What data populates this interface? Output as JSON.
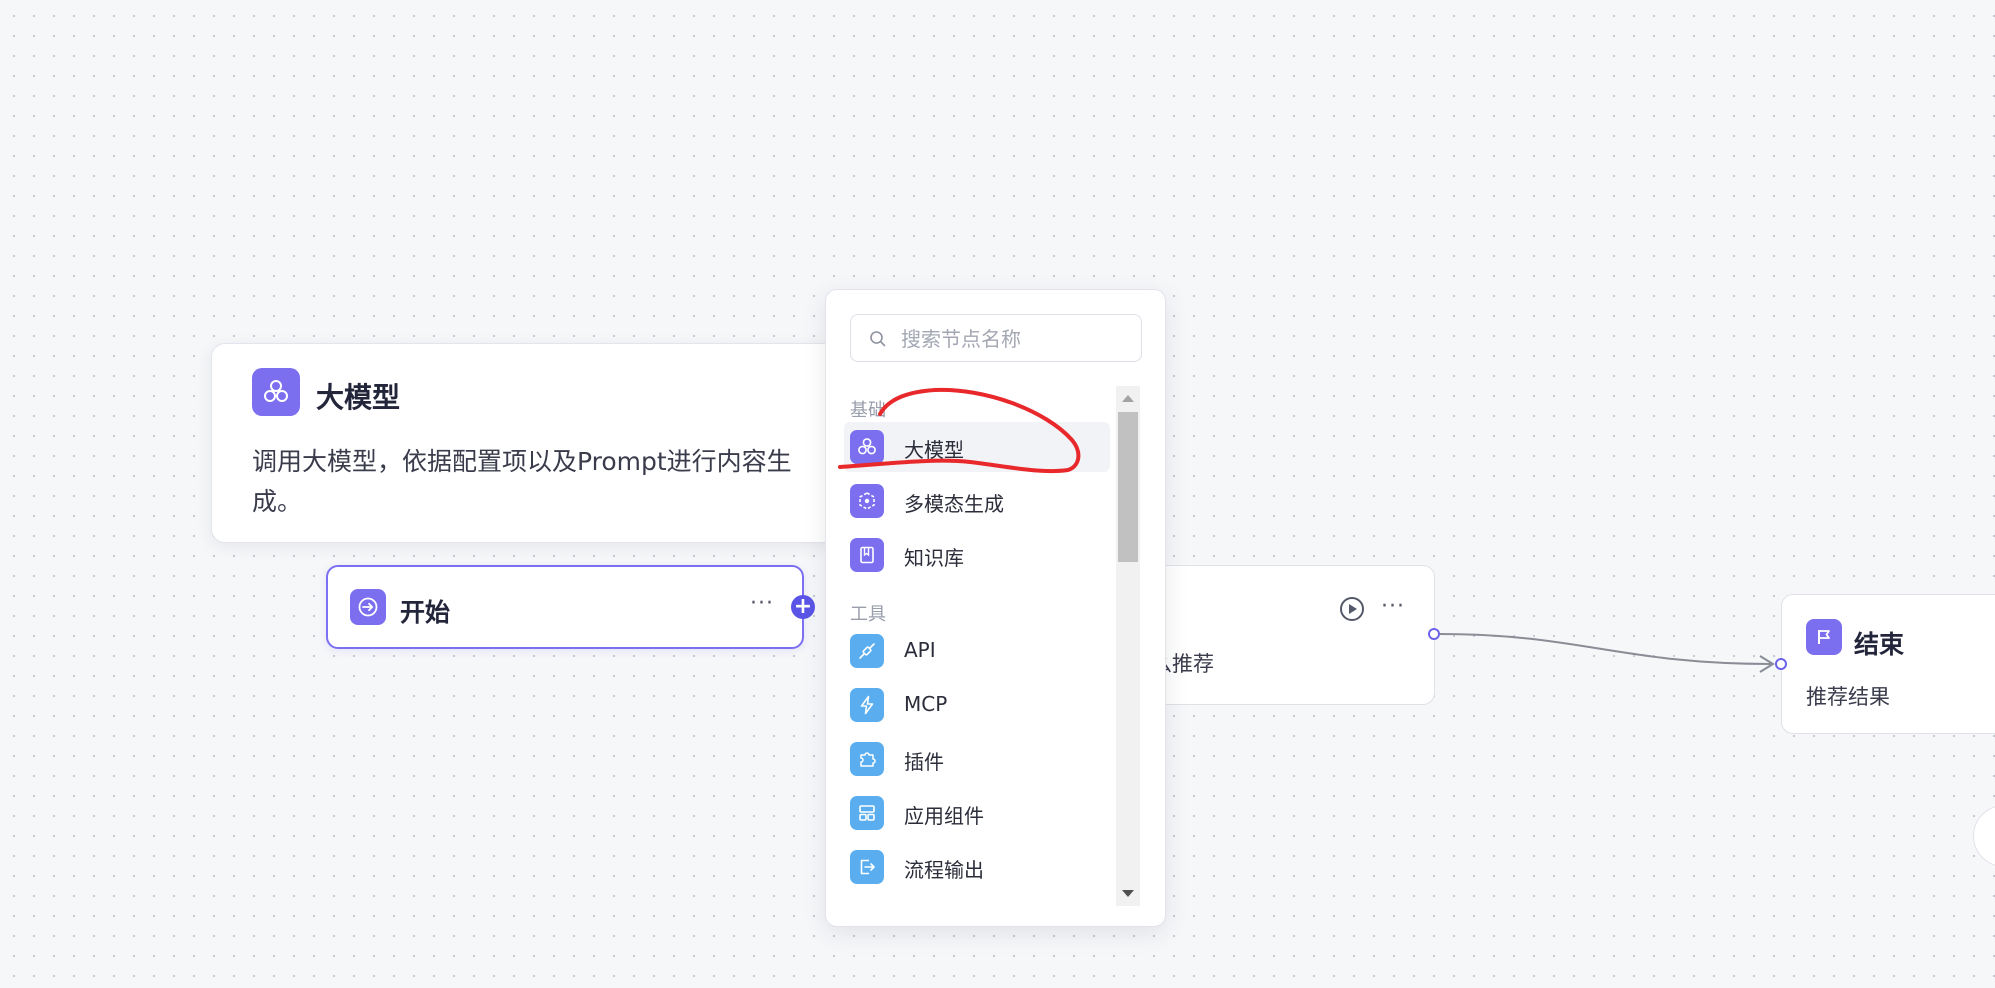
{
  "tooltip": {
    "title": "大模型",
    "description": "调用大模型，依据配置项以及Prompt进行内容生成。",
    "icon": "llm-icon"
  },
  "start_node": {
    "label": "开始",
    "icon": "start-icon",
    "more": "···"
  },
  "mid_node": {
    "text": "么推荐",
    "more": "···",
    "icon": "play-icon"
  },
  "end_node": {
    "label": "结束",
    "text": "推荐结果",
    "icon": "flag-icon"
  },
  "panel": {
    "search_placeholder": "搜索节点名称",
    "sections": [
      {
        "label": "基础",
        "items": [
          {
            "label": "大模型",
            "icon": "llm-icon",
            "color": "#7b6ff0"
          },
          {
            "label": "多模态生成",
            "icon": "multimodal-icon",
            "color": "#7b6ff0"
          },
          {
            "label": "知识库",
            "icon": "knowledge-base-icon",
            "color": "#7b6ff0"
          }
        ]
      },
      {
        "label": "工具",
        "items": [
          {
            "label": "API",
            "icon": "api-icon",
            "color": "#5aaef0"
          },
          {
            "label": "MCP",
            "icon": "mcp-icon",
            "color": "#5aaef0"
          },
          {
            "label": "插件",
            "icon": "plugin-icon",
            "color": "#5aaef0"
          },
          {
            "label": "应用组件",
            "icon": "app-component-icon",
            "color": "#5aaef0"
          },
          {
            "label": "流程输出",
            "icon": "flow-output-icon",
            "color": "#5aaef0"
          }
        ]
      }
    ]
  },
  "colors": {
    "primary": "#7b6ff0",
    "tool": "#5aaef0",
    "annotation": "#e8282b"
  }
}
